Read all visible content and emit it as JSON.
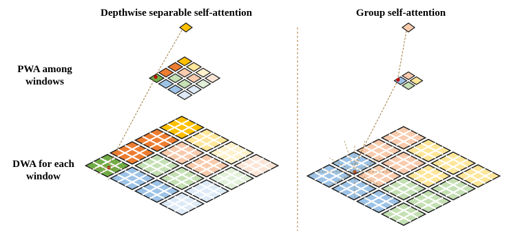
{
  "figure": {
    "left_title": "Depthwise separable self-attention",
    "right_title": "Group self-attention",
    "pwa_label_line1": "PWA among",
    "pwa_label_line2": "windows",
    "dwa_label_line1": "DWA for each",
    "dwa_label_line2": "window"
  },
  "grid": {
    "window_rows": 4,
    "window_cols": 4,
    "cells_per_window": 3
  },
  "colors": {
    "orange_dark": "#ED7D31",
    "orange_light": "#F8CBAD",
    "yellow_dark": "#FFC000",
    "yellow_light": "#FFE699",
    "yellow_pale": "#FFF2CC",
    "peach_pale": "#FBE5D6",
    "green_dark": "#70AD47",
    "green_light": "#C5E0B4",
    "green_pale": "#E2F0D9",
    "blue_dark": "#4472C4",
    "blue_light": "#9DC3E6",
    "blue_pale": "#DEEBF7",
    "token_red": "#C00000",
    "connector": "#9E7A3B",
    "divider": "#C08A55"
  },
  "left_panel": {
    "window_colors": [
      [
        "yellow_dark",
        "yellow_light",
        "yellow_pale",
        "peach_pale"
      ],
      [
        "orange_dark",
        "orange_light",
        "orange_light",
        "green_pale"
      ],
      [
        "orange_dark",
        "green_light",
        "green_light",
        "blue_pale"
      ],
      [
        "green_dark",
        "blue_light",
        "blue_light",
        "blue_pale"
      ]
    ],
    "pwa_colors": [
      [
        "yellow_dark",
        "yellow_light",
        "yellow_pale",
        "peach_pale"
      ],
      [
        "orange_dark",
        "orange_light",
        "orange_light",
        "green_pale"
      ],
      [
        "orange_dark",
        "green_light",
        "green_light",
        "blue_pale"
      ],
      [
        "green_dark",
        "blue_light",
        "blue_light",
        "blue_pale"
      ]
    ]
  },
  "right_panel": {
    "window_colors": [
      [
        "orange_light",
        "yellow_light",
        "yellow_light",
        "yellow_light"
      ],
      [
        "orange_light",
        "orange_light",
        "yellow_light",
        "green_light"
      ],
      [
        "blue_light",
        "orange_light",
        "green_light",
        "green_light"
      ],
      [
        "blue_light",
        "blue_light",
        "blue_light",
        "green_light"
      ]
    ],
    "group_colors": [
      [
        "orange_light",
        "yellow_light"
      ],
      [
        "blue_light",
        "green_light"
      ]
    ]
  }
}
